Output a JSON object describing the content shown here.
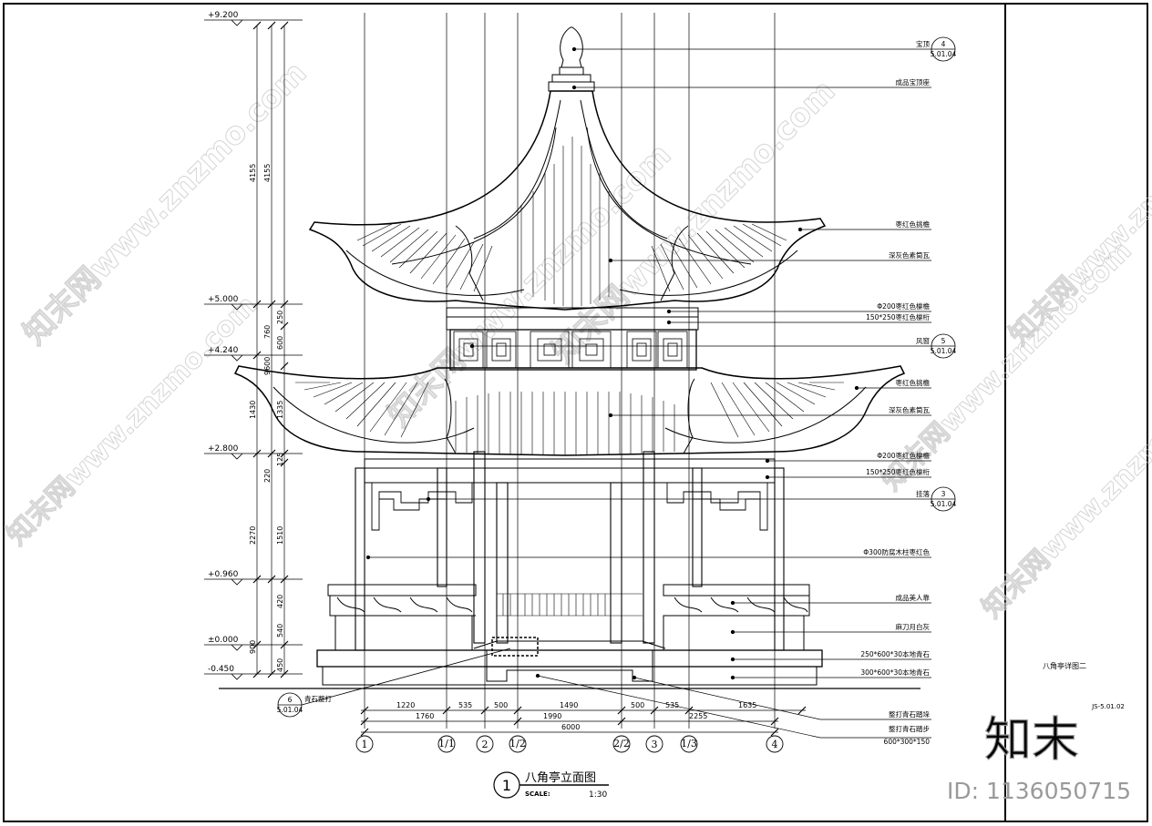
{
  "drawing": {
    "title": "八角亭立面图",
    "number": "1",
    "scale_label": "SCALE:",
    "scale_value": "1:30",
    "sheet_title": "八角亭详图二",
    "sheet_code": "JS-5.01.02"
  },
  "levels": [
    "+9.200",
    "+5.000",
    "+4.240",
    "+2.800",
    "+0.960",
    "±0.000",
    "-0.450"
  ],
  "vertical_dims": {
    "outer": [
      "4155",
      "1430",
      "2270",
      "900"
    ],
    "outer_total": "9600",
    "middle": [
      "4155",
      "760",
      "220",
      "420",
      "540",
      "450"
    ],
    "inner": [
      "250",
      "600",
      "1335",
      "125",
      "1510"
    ]
  },
  "horizontal_dims": {
    "row1": [
      "1220",
      "535",
      "500",
      "1490",
      "500",
      "535",
      "1635"
    ],
    "row2": [
      "1760",
      "1990",
      "2255"
    ],
    "total": "6000"
  },
  "grid_labels": [
    "1",
    "1/1",
    "2",
    "1/2",
    "2/2",
    "3",
    "1/3",
    "4"
  ],
  "annotations": [
    {
      "text": "宝顶",
      "ref": "4",
      "sheet": "5.01.04"
    },
    {
      "text": "成品宝顶座"
    },
    {
      "text": "枣红色挑檐"
    },
    {
      "text": "深灰色素筒瓦"
    },
    {
      "text": "Φ200枣红色檩檐"
    },
    {
      "text": "150*250枣红色檩桁"
    },
    {
      "text": "风窗",
      "ref": "5",
      "sheet": "5.01.04"
    },
    {
      "text": "枣红色挑檐"
    },
    {
      "text": "深灰色素筒瓦"
    },
    {
      "text": "Φ200枣红色檩檐"
    },
    {
      "text": "150*250枣红色檩桁"
    },
    {
      "text": "挂落",
      "ref": "3",
      "sheet": "5.01.04"
    },
    {
      "text": "Φ300防腐木柱枣红色"
    },
    {
      "text": "成品美人靠"
    },
    {
      "text": "麻刀月白灰"
    },
    {
      "text": "250*600*30本地青石"
    },
    {
      "text": "300*600*30本地青石"
    },
    {
      "text": "整打青石踏垛"
    },
    {
      "text": "整打青石踏步"
    },
    {
      "text": "600*300*150"
    }
  ],
  "left_callout": {
    "text": "青石整打",
    "ref": "6",
    "sheet": "5.01.04"
  },
  "watermarks": [
    "知末网www.znzmo.com"
  ],
  "brand": {
    "logo": "知末",
    "id": "ID: 1136050715"
  }
}
